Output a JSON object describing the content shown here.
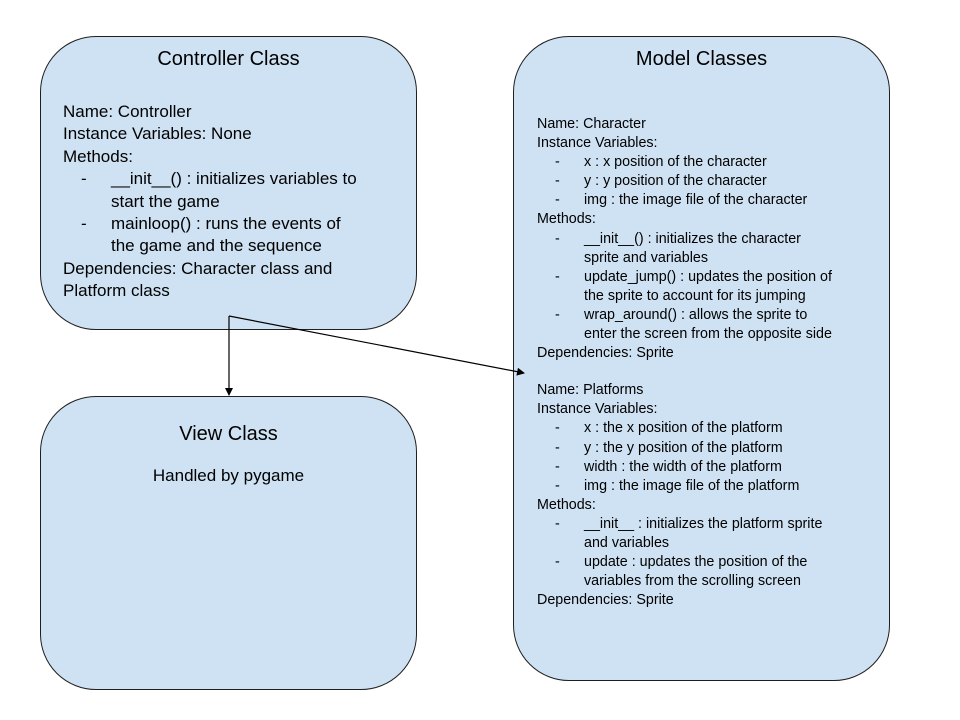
{
  "controller": {
    "title": "Controller Class",
    "name": "Name: Controller",
    "instance_variables": "Instance Variables: None",
    "methods_label": "Methods:",
    "methods": [
      {
        "line1": "__init__() : initializes variables to",
        "line2": "start the game"
      },
      {
        "line1": "mainloop() : runs the events of",
        "line2": "the game and the sequence"
      }
    ],
    "dependencies_line1": "Dependencies: Character class and",
    "dependencies_line2": "Platform class"
  },
  "view": {
    "title": "View Class",
    "text": "Handled by pygame"
  },
  "model": {
    "title": "Model Classes",
    "character": {
      "name": "Name: Character",
      "instance_variables_label": "Instance Variables:",
      "instance_variables": [
        "x : x position of the character",
        "y : y position of the character",
        "img : the image file of the character"
      ],
      "methods_label": "Methods:",
      "methods": [
        {
          "line1": "__init__() : initializes the character",
          "line2": "sprite and variables"
        },
        {
          "line1": "update_jump() : updates the position of",
          "line2": "the sprite to account for its jumping"
        },
        {
          "line1": "wrap_around() : allows the sprite to",
          "line2": "enter the screen from the opposite side"
        }
      ],
      "dependencies": "Dependencies: Sprite"
    },
    "platforms": {
      "name": "Name: Platforms",
      "instance_variables_label": "Instance Variables:",
      "instance_variables": [
        "x : the x position of the platform",
        "y : the y position of the platform",
        "width : the width of the platform",
        "img : the image file of the platform"
      ],
      "methods_label": "Methods:",
      "methods": [
        {
          "line1": "__init__ : initializes the platform sprite",
          "line2": "and variables"
        },
        {
          "line1": "update : updates the position of the",
          "line2": "variables from the scrolling screen"
        }
      ],
      "dependencies": "Dependencies: Sprite"
    }
  },
  "bullet": "-",
  "colors": {
    "box_fill": "#cfe2f3",
    "box_border": "#1f1f1f",
    "arrow": "#000000"
  }
}
